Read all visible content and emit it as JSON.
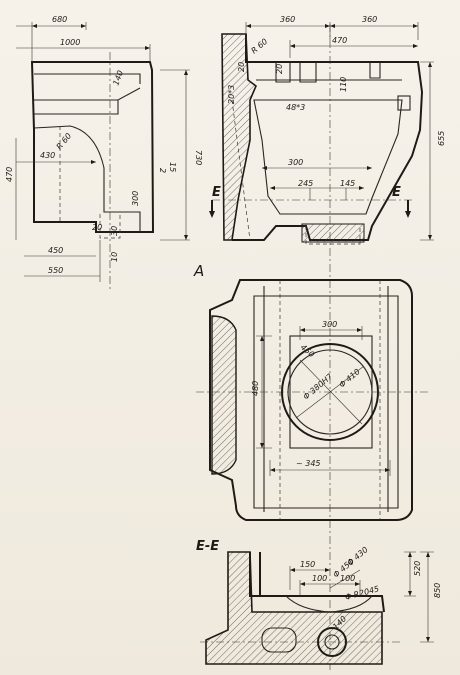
{
  "view_labels": {
    "view_a": "A",
    "section_letter_left": "E",
    "section_letter_right": "E",
    "section_title": "E-E"
  },
  "side_view": {
    "width_680": "680",
    "width_1000": "1000",
    "dim_140": "140",
    "height_730": "730",
    "radius_r60": "R 60",
    "dim_430": "430",
    "dim_2": "2",
    "dim_15": "15",
    "height_470": "470",
    "dim_300": "300",
    "dim_30": "30",
    "dim_10": "10",
    "dim_450": "450",
    "dim_550": "550",
    "dim_20": "20"
  },
  "front_view": {
    "dim_360_left": "360",
    "dim_360_right": "360",
    "dim_470": "470",
    "r60": "R 60",
    "dim_20a": "20",
    "dim_20b": "20",
    "dim_20x": "20*3",
    "dim_48x": "48*3",
    "dim_110": "110",
    "height_655": "655",
    "dim_300": "300",
    "dim_245": "245",
    "dim_145": "145"
  },
  "top_view": {
    "dim_300": "300",
    "dim_480": "480",
    "dim_345": "~ 345",
    "dim_450": "450",
    "dia_410": "Φ 410",
    "dia_380": "Φ 380H7"
  },
  "section_view": {
    "dim_150": "150",
    "dim_100a": "100",
    "dim_100b": "100",
    "dia_430": "Φ 430",
    "dia_450": "Φ 450",
    "dia_r2045": "Φ R2045",
    "dim_520": "520",
    "dim_850": "850",
    "dim_140": "140"
  }
}
